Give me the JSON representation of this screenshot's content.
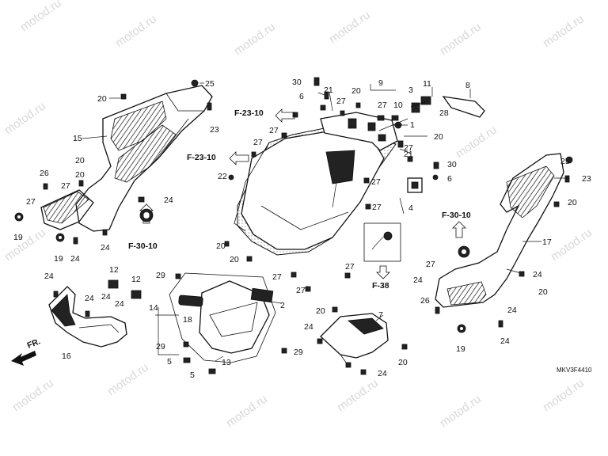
{
  "watermark": "motod.ru",
  "diagram_code": "MKV3F4410",
  "direction_label": "FR.",
  "references": {
    "f2310_top": "F-23-10",
    "f2310_mid": "F-23-10",
    "f3010_left": "F-30-10",
    "f3010_right": "F-30-10",
    "f38": "F-38"
  },
  "part_numbers": {
    "p1": "1",
    "p2": "2",
    "p3": "3",
    "p4": "4",
    "p5a": "5",
    "p5b": "5",
    "p6a": "6",
    "p6b": "6",
    "p7": "7",
    "p8": "8",
    "p9": "9",
    "p10": "10",
    "p11": "11",
    "p12a": "12",
    "p12b": "12",
    "p13": "13",
    "p14": "14",
    "p15": "15",
    "p16": "16",
    "p17": "17",
    "p18": "18",
    "p19a": "19",
    "p19b": "19",
    "p19c": "19",
    "p20a": "20",
    "p20b": "20",
    "p20c": "20",
    "p20d": "20",
    "p20e": "20",
    "p20f": "20",
    "p20g": "20",
    "p20h": "20",
    "p20i": "20",
    "p20j": "20",
    "p21a": "21",
    "p21b": "21",
    "p22": "22",
    "p23a": "23",
    "p23b": "23",
    "p24a": "24",
    "p24b": "24",
    "p24c": "24",
    "p24d": "24",
    "p24e": "24",
    "p24f": "24",
    "p24g": "24",
    "p24h": "24",
    "p24i": "24",
    "p24j": "24",
    "p24k": "24",
    "p24l": "24",
    "p25a": "25",
    "p25b": "25",
    "p26a": "26",
    "p26b": "26",
    "p27a": "27",
    "p27b": "27",
    "p27c": "27",
    "p27d": "27",
    "p27e": "27",
    "p27f": "27",
    "p27g": "27",
    "p27h": "27",
    "p27i": "27",
    "p27j": "27",
    "p27k": "27",
    "p27l": "27",
    "p27m": "27",
    "p28": "28",
    "p29a": "29",
    "p29b": "29",
    "p29c": "29",
    "p30a": "30",
    "p30b": "30"
  }
}
